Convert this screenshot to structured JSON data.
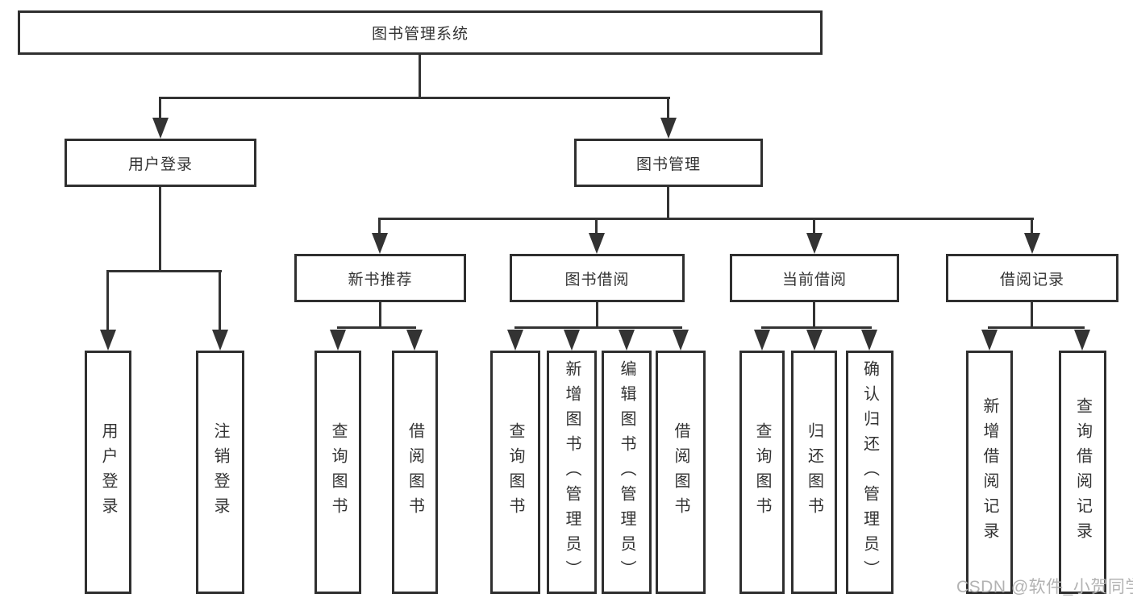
{
  "colors": {
    "line": "#333333",
    "box_border": "#2f2f2f",
    "box_fill": "#ffffff",
    "text": "#333333",
    "watermark": "#b3b3b3",
    "background": "#ffffff"
  },
  "watermark": {
    "text": "CSDN @软件_小贺同学"
  },
  "tree": {
    "root": {
      "label": "图书管理系统",
      "children": [
        {
          "label": "用户登录",
          "children": [
            {
              "label": "用户登录"
            },
            {
              "label": "注销登录"
            }
          ]
        },
        {
          "label": "图书管理",
          "children": [
            {
              "label": "新书推荐",
              "children": [
                {
                  "label": "查询图书"
                },
                {
                  "label": "借阅图书"
                }
              ]
            },
            {
              "label": "图书借阅",
              "children": [
                {
                  "label": "查询图书"
                },
                {
                  "label": "新增图书（管理员）"
                },
                {
                  "label": "编辑图书（管理员）"
                },
                {
                  "label": "借阅图书"
                }
              ]
            },
            {
              "label": "当前借阅",
              "children": [
                {
                  "label": "查询图书"
                },
                {
                  "label": "归还图书"
                },
                {
                  "label": "确认归还（管理员）"
                }
              ]
            },
            {
              "label": "借阅记录",
              "children": [
                {
                  "label": "新增借阅记录"
                },
                {
                  "label": "查询借阅记录"
                }
              ]
            }
          ]
        }
      ]
    }
  }
}
